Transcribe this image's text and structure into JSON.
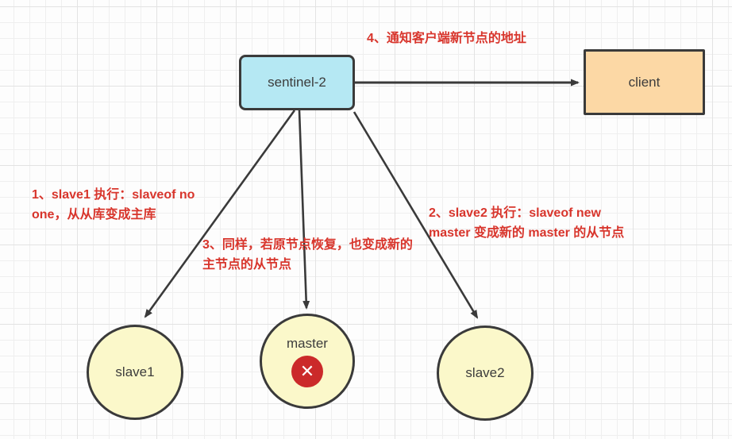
{
  "diagram": {
    "nodes": {
      "sentinel": {
        "label": "sentinel-2",
        "fill": "#b5e8f3"
      },
      "client": {
        "label": "client",
        "fill": "#fcd8a5"
      },
      "slave1": {
        "label": "slave1",
        "fill": "#fbf8ca"
      },
      "master": {
        "label": "master",
        "fill": "#fbf8ca"
      },
      "slave2": {
        "label": "slave2",
        "fill": "#fbf8ca"
      }
    },
    "badge": {
      "glyph": "✕",
      "fill": "#cb2a2a",
      "meaning": "master-down-x"
    },
    "annotations": {
      "color": "#d8352c",
      "step1": "1、slave1 执行：slaveof no one，从从库变成主库",
      "step2": "2、slave2 执行：slaveof new master 变成新的 master 的从节点",
      "step3": "3、同样，若原节点恢复，也变成新的主节点的从节点",
      "step4": "4、通知客户端新节点的地址"
    },
    "arrow_color": "#3a3a3a"
  }
}
